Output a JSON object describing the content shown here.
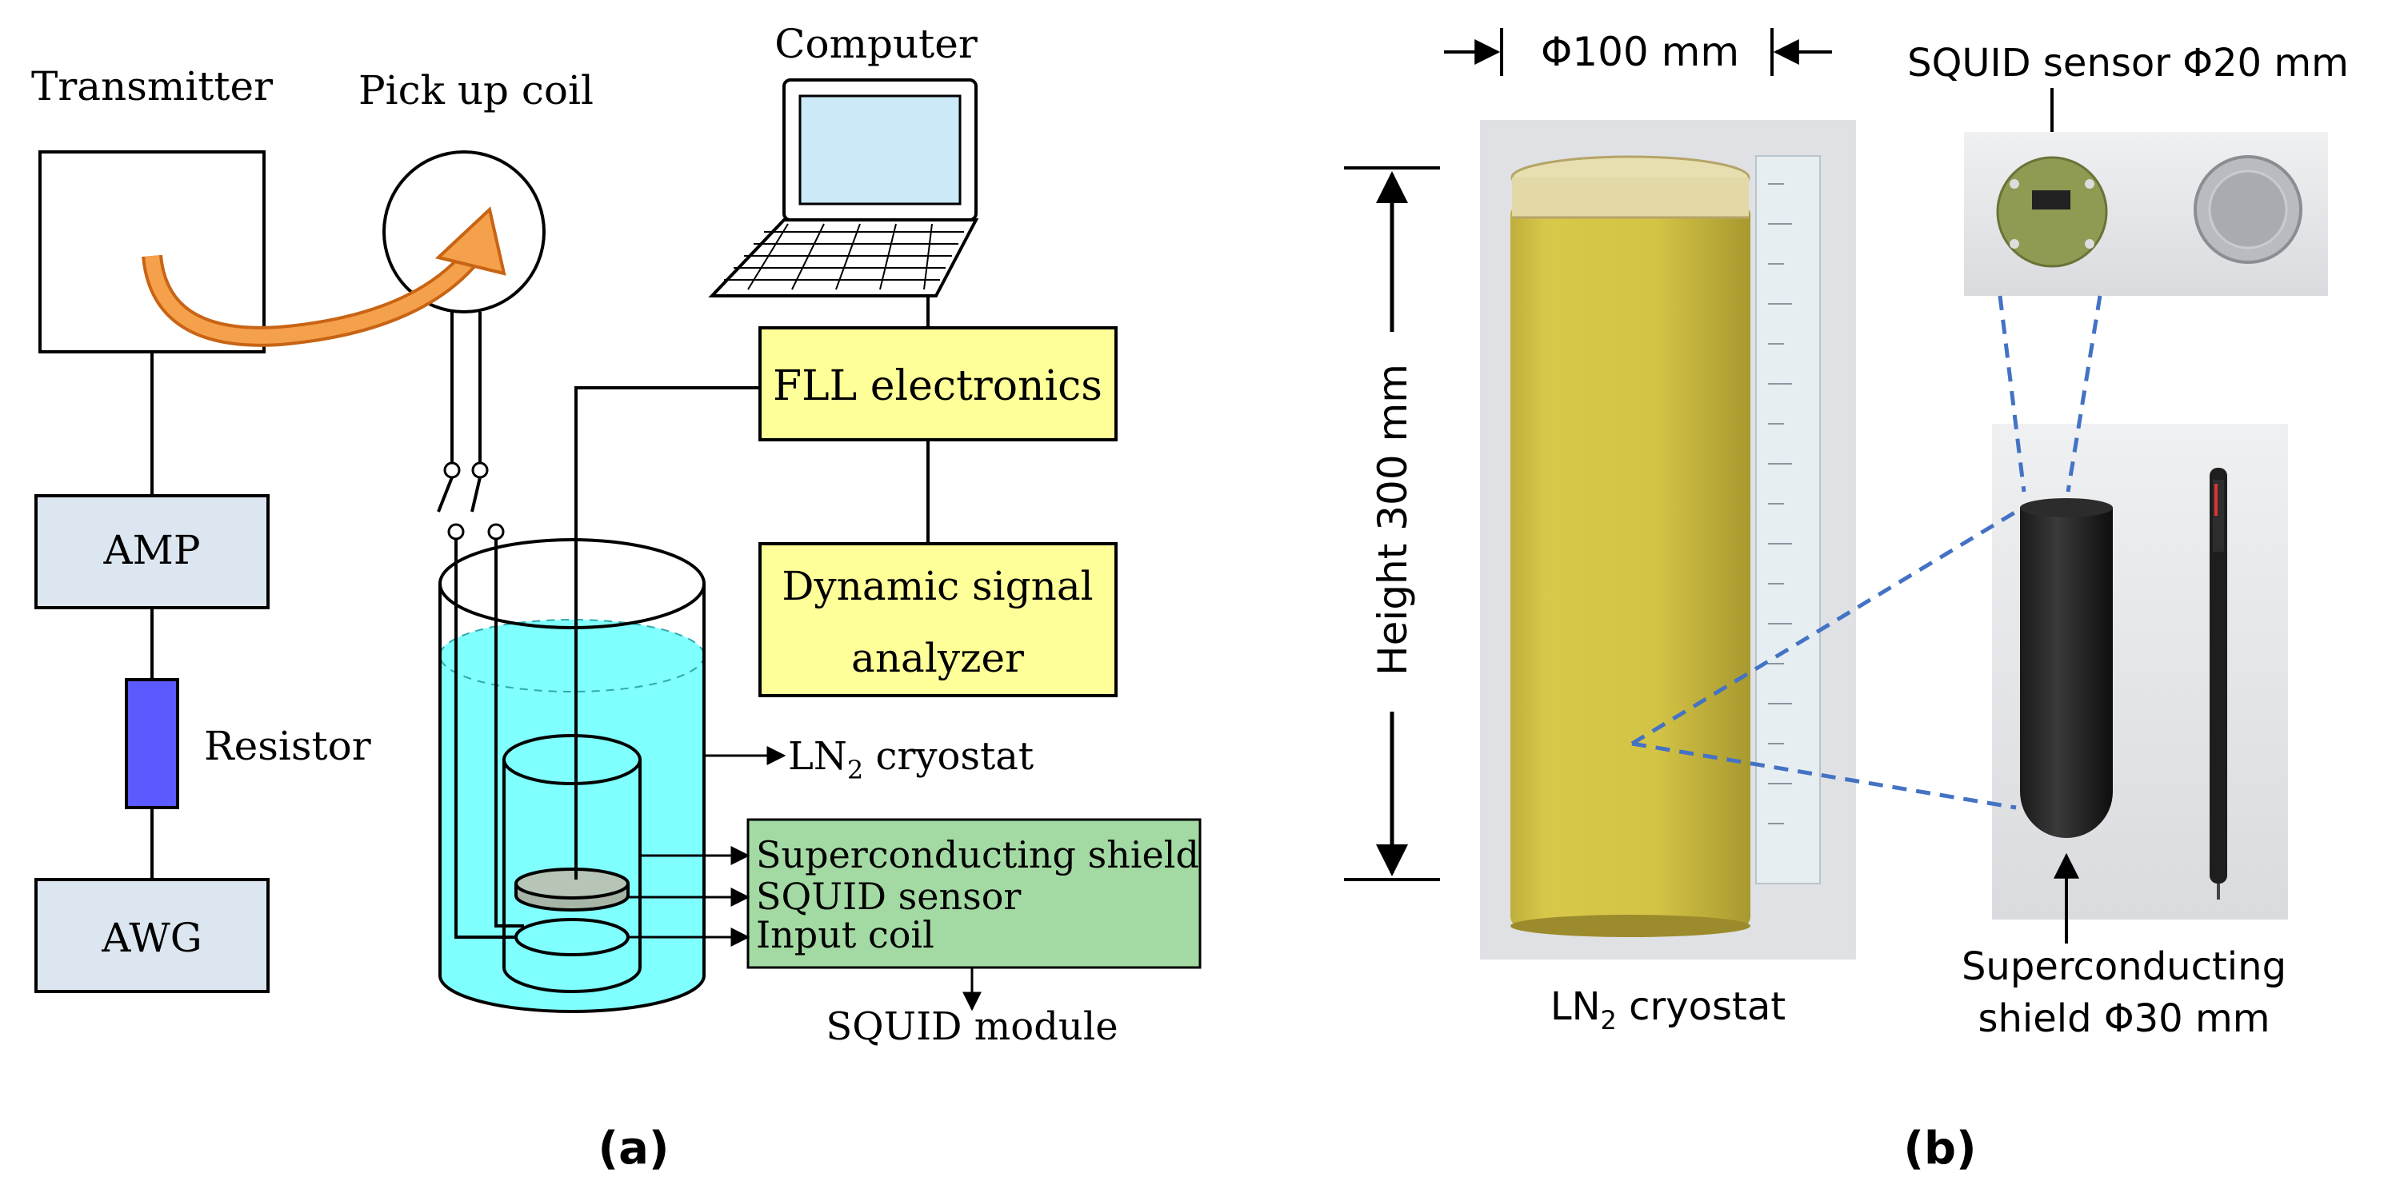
{
  "panel_a": {
    "caption": "(a)",
    "transmitter": "Transmitter",
    "pickup_coil": "Pick up coil",
    "computer": "Computer",
    "fll": "FLL electronics",
    "dsa_line1": "Dynamic signal",
    "dsa_line2": "analyzer",
    "amp": "AMP",
    "resistor": "Resistor",
    "awg": "AWG",
    "ln2_label": "LN",
    "ln2_sub": "2",
    "ln2_suffix": " cryostat",
    "shield": "Superconducting shield",
    "squid_sensor": "SQUID sensor",
    "input_coil": "Input coil",
    "squid_module": "SQUID module"
  },
  "panel_b": {
    "caption": "(b)",
    "diameter": "Φ100 mm",
    "height": "Height 300 mm",
    "sensor": "SQUID sensor Φ20 mm",
    "ln2_label": "LN",
    "ln2_sub": "2",
    "ln2_suffix": " cryostat",
    "shield_line1": "Superconducting",
    "shield_line2": "shield Φ30 mm"
  },
  "colors": {
    "box_blue": "#dce6f0",
    "resistor": "#5a5aff",
    "yellow_box": "#ffff99",
    "green_box": "#a3d9a3",
    "ln2": "#80ffff",
    "orange_arrow": "#f5a04a",
    "dashed_lines": "#4472C4"
  }
}
